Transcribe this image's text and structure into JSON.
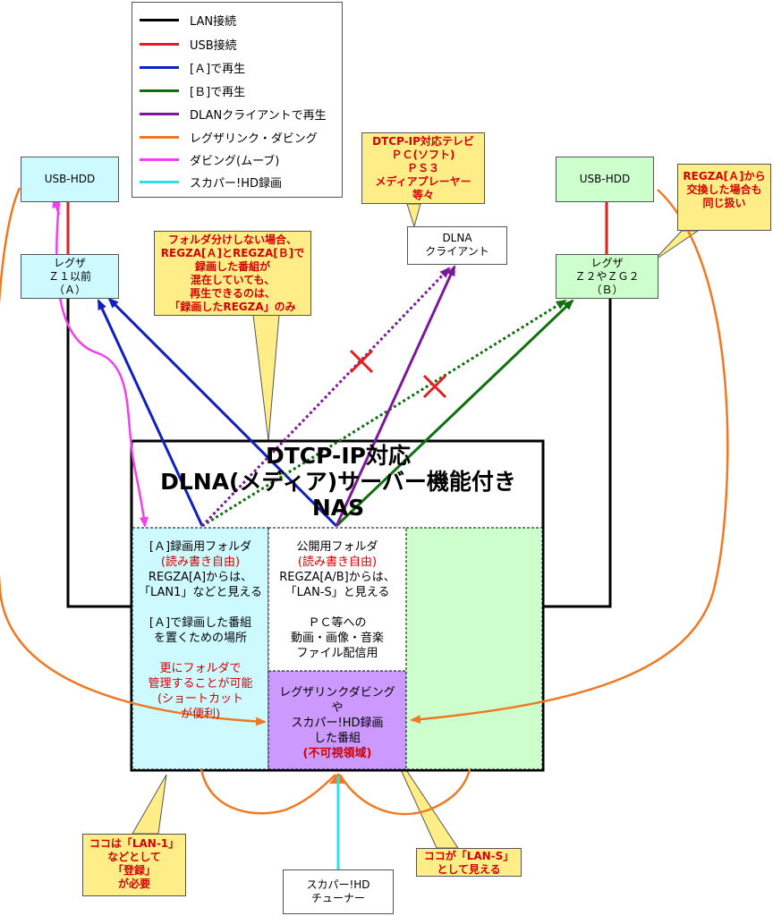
{
  "legend": {
    "items": [
      {
        "label": "LAN接続",
        "color": "#000000"
      },
      {
        "label": "USB接続",
        "color": "#e02020"
      },
      {
        "label": "[Ａ]で再生",
        "color": "#1020c0"
      },
      {
        "label": "[Ｂ]で再生",
        "color": "#107010"
      },
      {
        "label": "DLANクライアントで再生",
        "color": "#7a1a9a"
      },
      {
        "label": "レグザリンク・ダビング",
        "color": "#f07820"
      },
      {
        "label": "ダビング(ムーブ)",
        "color": "#f040f0"
      },
      {
        "label": "スカパー!HD録画",
        "color": "#30e0e8"
      }
    ]
  },
  "nodes": {
    "usb_hdd_a": "USB-HDD",
    "usb_hdd_b": "USB-HDD",
    "regza_a": [
      "レグザ",
      "Ｚ１以前",
      "（Ａ）"
    ],
    "regza_b": [
      "レグザ",
      "Ｚ２やＺＧ２",
      "（Ｂ）"
    ],
    "dlna_client": [
      "DLNA",
      "クライアント"
    ],
    "tuner": [
      "スカパー!HD",
      "チューナー"
    ]
  },
  "callouts": {
    "dlna_devices": [
      "DTCP-IP対応テレビ",
      "ＰＣ(ソフト)",
      "ＰＳ３",
      "メディアプレーヤー",
      "等々"
    ],
    "regza_exchange": [
      "REGZA[Ａ]から",
      "交換した場合も",
      "同じ扱い"
    ],
    "folder_note": [
      "フォルダ分けしない場合、",
      "REGZA[Ａ]とREGZA[Ｂ]で",
      "録画した番組が",
      "混在していても、",
      "再生できるのは、",
      "「録画したREGZA」のみ"
    ],
    "lan1": [
      "ココは「LAN-1」",
      "などとして",
      "「登録」",
      "が必要"
    ],
    "lans": [
      "ココが「LAN-S」",
      "として見える"
    ]
  },
  "nas": {
    "title": [
      "DTCP-IP対応",
      "DLNA(メディア)サーバー機能付き",
      "NAS"
    ],
    "left": {
      "lines1": [
        "[Ａ]録画用フォルダ"
      ],
      "red1": "(読み書き自由)",
      "lines2": [
        "REGZA[A]からは、",
        "「LAN1」などと見える"
      ],
      "lines3": [
        "[Ａ]で録画した番組",
        "を置くための場所"
      ],
      "red2": [
        "更にフォルダで",
        "管理することが可能",
        "(ショートカット",
        "が便利)"
      ]
    },
    "middle": {
      "lines1": [
        "公開用フォルダ"
      ],
      "red1": "(読み書き自由)",
      "lines2": [
        "REGZA[A/B]からは、",
        "「LAN-S」と見える"
      ],
      "lines3": [
        "ＰＣ等への",
        "動画・画像・音楽",
        "ファイル配信用"
      ]
    },
    "purple": {
      "lines": [
        "レグザリンクダビング",
        "や",
        "スカパー!HD録画",
        "した番組"
      ],
      "red": "(不可視領域)"
    }
  },
  "colors": {
    "cyan_fill": "#ccfaff",
    "green_fill": "#ccffcc",
    "purple_fill": "#cc99ff",
    "callout_fill": "#ffee88"
  }
}
